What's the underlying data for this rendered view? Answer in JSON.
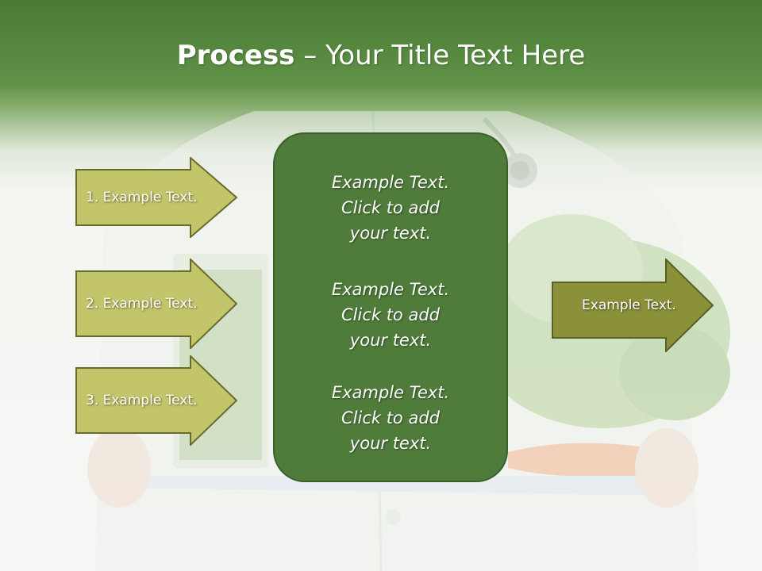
{
  "slide": {
    "title_bold": "Process",
    "title_rest": " – Your Title Text Here",
    "left_arrows": [
      {
        "label": "1. Example Text."
      },
      {
        "label": "2. Example Text."
      },
      {
        "label": "3. Example Text."
      }
    ],
    "center_blocks": [
      {
        "line1": "Example Text.",
        "line2": "Click  to add",
        "line3": "your text."
      },
      {
        "line1": "Example Text.",
        "line2": "Click  to add",
        "line3": "your text."
      },
      {
        "line1": "Example Text.",
        "line2": "Click  to add",
        "line3": "your text."
      }
    ],
    "right_arrow": {
      "label": "Example Text."
    }
  },
  "colors": {
    "header_green": "#5f9147",
    "left_arrow_fill": "#c3c56a",
    "right_arrow_fill": "#8a9139",
    "center_box_fill": "#4f7c3a"
  }
}
